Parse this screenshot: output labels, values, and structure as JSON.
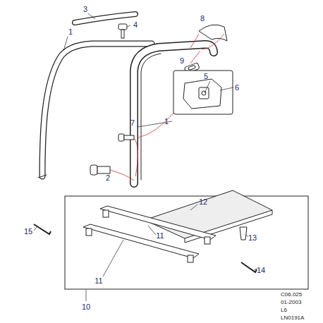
{
  "diagram": {
    "labels": [
      "1",
      "3",
      "4",
      "8",
      "9",
      "1",
      "5",
      "6",
      "7",
      "2",
      "12",
      "15",
      "11",
      "11",
      "13",
      "14",
      "10",
      "C06.025",
      "01-2003",
      "L6",
      "LN0191A"
    ]
  }
}
